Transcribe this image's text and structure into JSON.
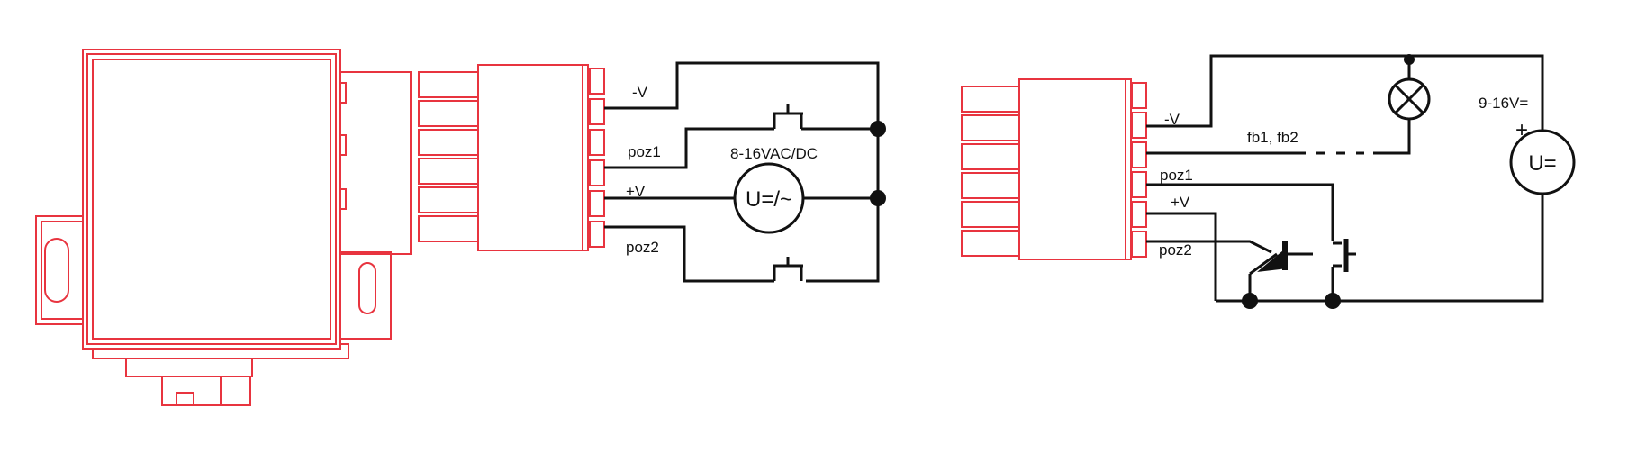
{
  "diagram_left": {
    "pin_labels": [
      "-V",
      "poz1",
      "+V",
      "poz2"
    ],
    "supply_label": "8-16VAC/DC",
    "source_symbol": "U=/~"
  },
  "diagram_right": {
    "pin_labels": [
      "-V",
      "poz1",
      "+V",
      "poz2"
    ],
    "feedback_label": "fb1, fb2",
    "supply_label": "9-16V=",
    "plus_sign": "+",
    "source_symbol": "U="
  },
  "colors": {
    "device": "#e8343f",
    "wiring": "#111111"
  }
}
